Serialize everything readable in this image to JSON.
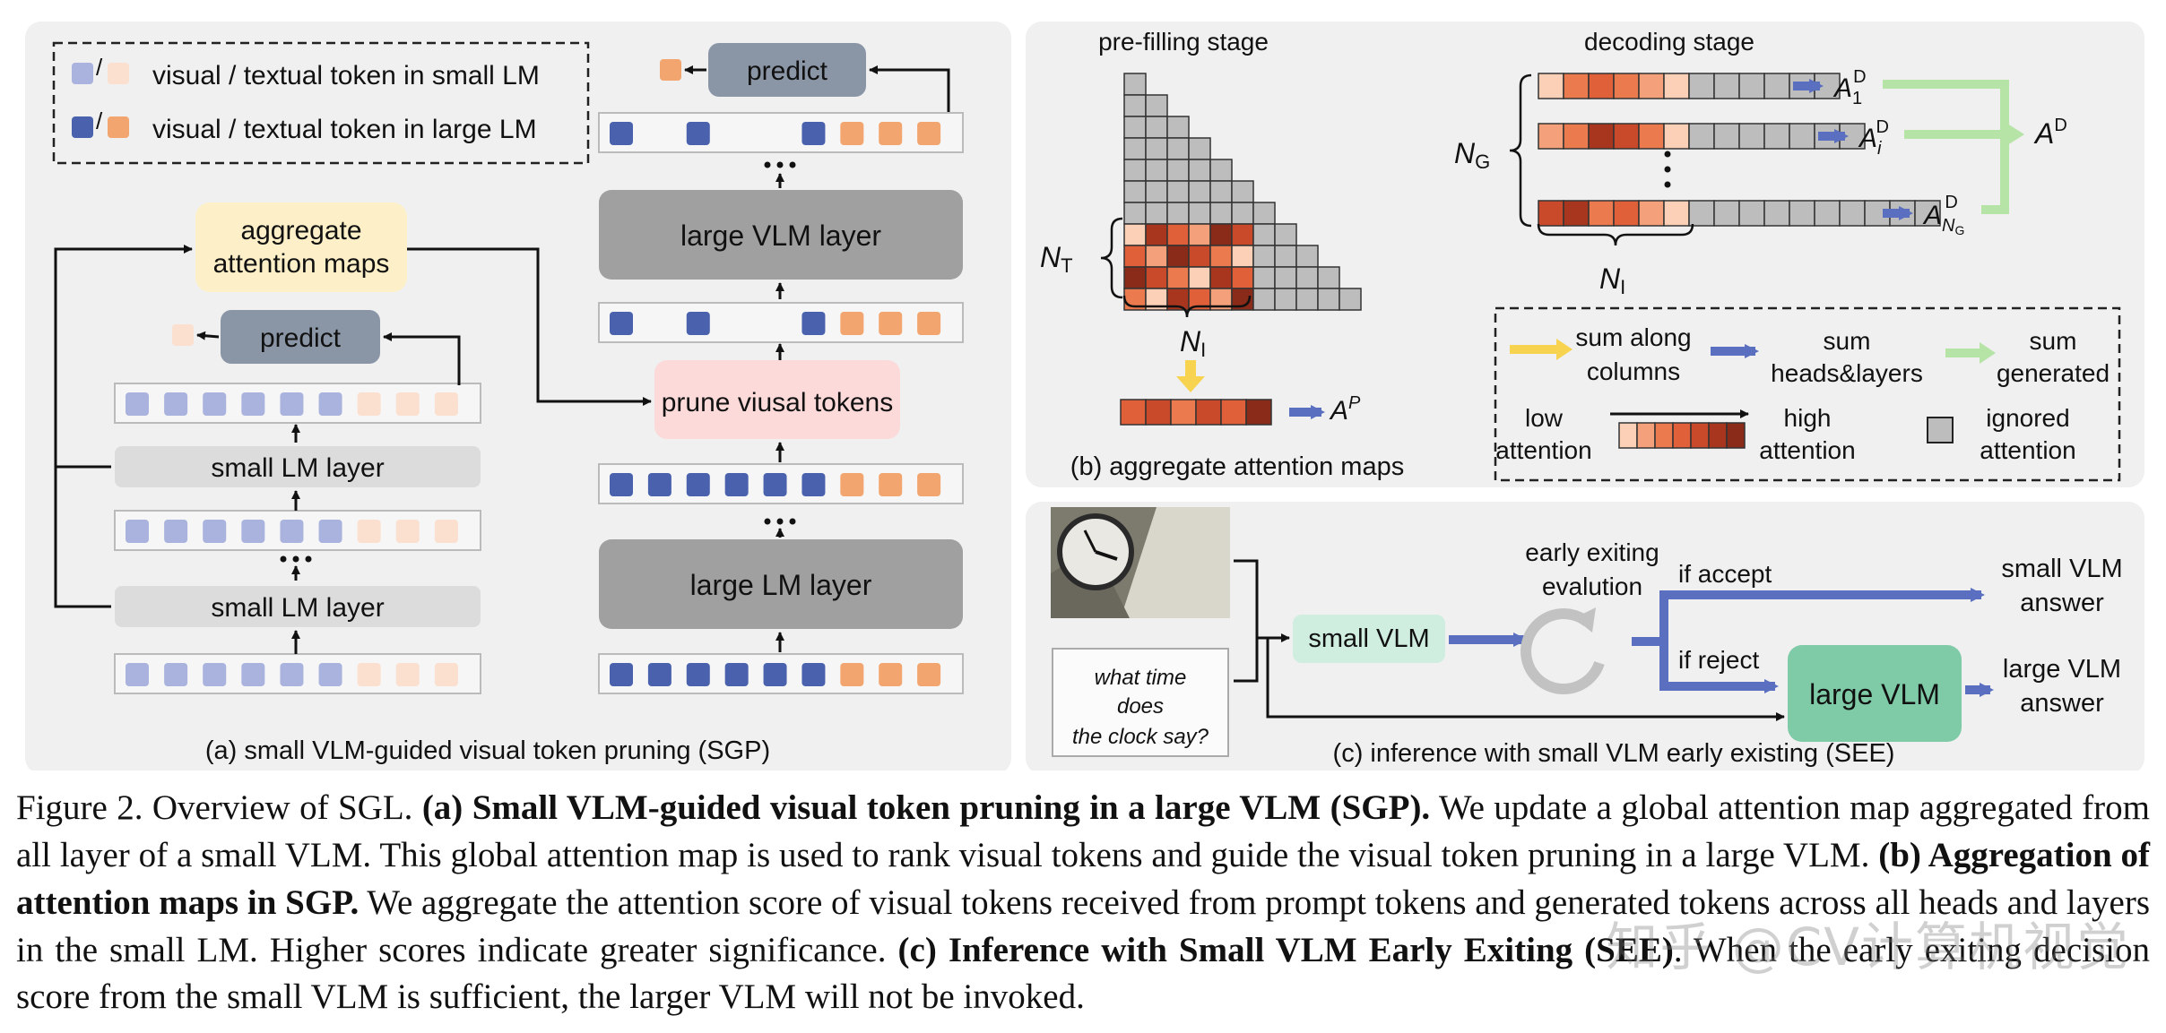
{
  "panel_a": {
    "caption": "(a) small VLM-guided visual token pruning (SGP)",
    "legend": {
      "small_label": "visual / textual token in small LM",
      "large_label": "visual / textual token in large LM",
      "slash": "/"
    },
    "aggregate_label_1": "aggregate",
    "aggregate_label_2": "attention maps",
    "predict_small": "predict",
    "small_layer_top": "small LM layer",
    "small_layer_bottom": "small LM layer",
    "predict_large": "predict",
    "large_vlm_layer": "large VLM layer",
    "prune_label": "prune viusal tokens",
    "large_lm_layer": "large LM layer"
  },
  "panel_b": {
    "caption": "(b) aggregate attention maps",
    "prefill_title": "pre-filling stage",
    "decoding_title": "decoding stage",
    "nt_label": "N",
    "nt_sub": "T",
    "ni_label": "N",
    "ni_sub": "I",
    "ni_label_decode": "N",
    "ni_sub_decode": "I",
    "ng_label": "N",
    "ng_sub": "G",
    "ap_label": "A",
    "ap_sup": "P",
    "a1_label": "A",
    "a1_sub": "1",
    "a1_sup": "D",
    "ai_label": "A",
    "ai_sub": "i",
    "ai_sup": "D",
    "ang_label": "A",
    "ang_sub": "N",
    "ang_subsub": "G",
    "ang_sup": "D",
    "ad_label": "A",
    "ad_sup": "D",
    "legend": {
      "sum_columns_1": "sum along",
      "sum_columns_2": "columns",
      "sum_heads_1": "sum",
      "sum_heads_2": "heads&layers",
      "sum_generated_1": "sum",
      "sum_generated_2": "generated",
      "low_1": "low",
      "low_2": "attention",
      "high_1": "high",
      "high_2": "attention",
      "ignored_1": "ignored",
      "ignored_2": "attention"
    }
  },
  "panel_c": {
    "caption": "(c)  inference with small VLM early existing (SEE)",
    "question_1": "what time",
    "question_2": "does",
    "question_3": "the clock say?",
    "small_vlm": "small VLM",
    "early_exit_1": "early exiting",
    "early_exit_2": "evalution",
    "if_accept": "if accept",
    "if_reject": "if reject",
    "large_vlm": "large VLM",
    "small_answer_1": "small VLM",
    "small_answer_2": "answer",
    "large_answer_1": "large VLM",
    "large_answer_2": "answer"
  },
  "caption": {
    "lead": "Figure 2. Overview of SGL. ",
    "a_bold": "(a) Small VLM-guided visual token pruning in a large VLM (SGP).",
    "a_text": " We update a global attention map aggregated from all layer of a small VLM. This global attention map is used to rank visual tokens and guide the visual token pruning in a large VLM. ",
    "b_bold": "(b) Aggregation of attention maps in SGP.",
    "b_text": " We aggregate the attention score of visual tokens received from prompt tokens and generated tokens across all heads and layers in the small LM. Higher scores indicate greater significance. ",
    "c_bold": "(c) Inference with Small VLM Early Exiting (SEE)",
    "c_text": ". When the early exiting decision score from the small VLM is sufficient, the larger VLM will not be invoked."
  },
  "watermark": "知乎 @CV计算机视觉",
  "colors": {
    "small_visual": "#aab3dd",
    "small_text": "#fbe0cf",
    "large_visual": "#4a62ad",
    "large_text": "#f2a56e",
    "panel_bg": "#f0f0f0",
    "blue_arrow": "#5a6fbf",
    "green_arrow": "#b6e3a6",
    "yellow_arrow": "#f7d34f",
    "grey_cell": "#bdbdbd"
  }
}
